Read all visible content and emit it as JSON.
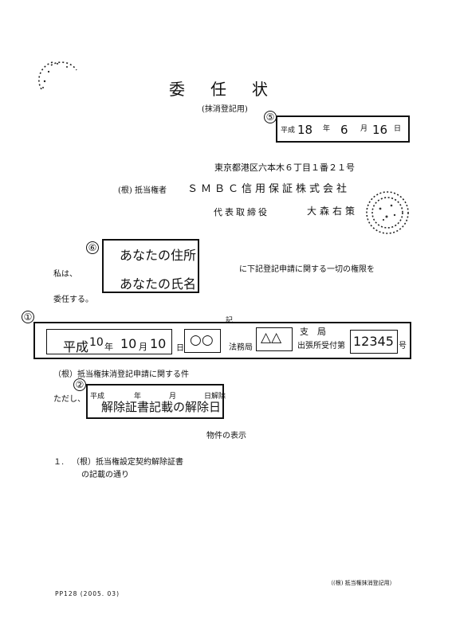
{
  "title": "委任状",
  "subtitle": "(抹消登記用)",
  "date_box": {
    "marker": "⑤",
    "era": "平成",
    "year": "18",
    "year_unit": "年",
    "month": "6",
    "month_unit": "月",
    "day": "16",
    "day_unit": "日"
  },
  "grantor": {
    "address": "東京都港区六本木６丁目１番２１号",
    "role": "(根) 抵当権者",
    "company": "ＳＭＢＣ信用保証株式会社",
    "rep_title": "代表取締役",
    "rep_name": "大森右策"
  },
  "agent_box": {
    "marker": "⑥",
    "address": "あなたの住所",
    "name": "あなたの氏名"
  },
  "agent_prefix": "私は、",
  "delegation_text": "に下記登記申請に関する一切の権限を",
  "delegate_text": "委任する。",
  "record_box": {
    "marker": "①",
    "heading": "記",
    "era": "平成",
    "year": "10",
    "year_unit": "年",
    "month": "10",
    "month_unit": "月",
    "day": "10",
    "day_unit": "日",
    "bureau": "○○",
    "bureau_suffix": "法務局",
    "branch": "△△",
    "branch_top": "支　局",
    "branch_bottom": "出張所受付第",
    "number": "12345",
    "number_suffix": "号"
  },
  "application_line": "（根）抵当権抹消登記申請に関する件",
  "reason_box": {
    "marker": "②",
    "prefix": "ただし、",
    "era": "平成",
    "year_unit": "年",
    "month_unit": "月",
    "day_unit": "日解除",
    "content": "解除証書記載の解除日"
  },
  "property_heading": "物件の表示",
  "item_number": "１.",
  "item_line1": "（根）抵当権設定契約解除証書",
  "item_line2": "の記載の通り",
  "footer_right": "（(根) 抵当権抹消登記用）",
  "footer_code": "PP128 (2005. 03)"
}
